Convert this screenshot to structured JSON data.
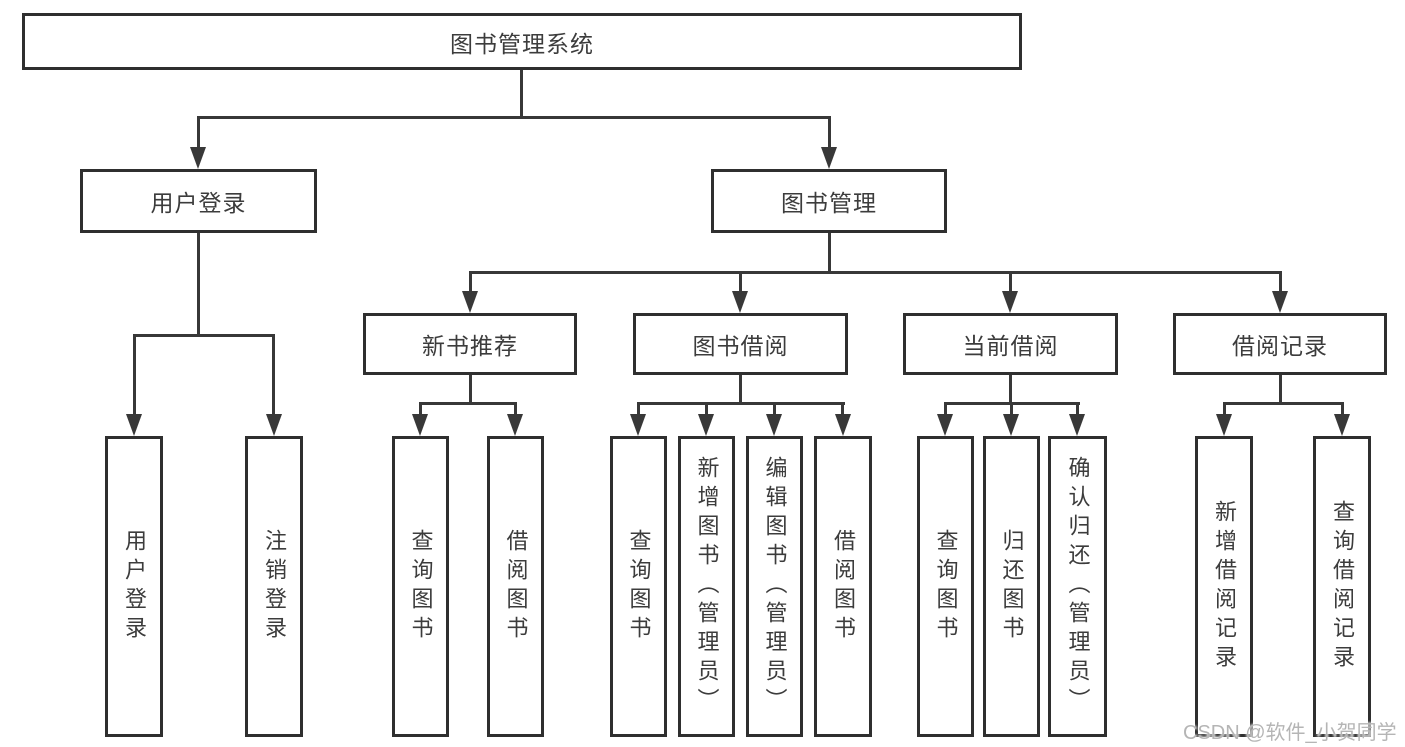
{
  "root": {
    "label": "图书管理系统"
  },
  "branches": [
    {
      "label": "用户登录",
      "children": [
        {
          "label": "用户登录"
        },
        {
          "label": "注销登录"
        }
      ]
    },
    {
      "label": "图书管理",
      "children": [
        {
          "label": "新书推荐",
          "children": [
            {
              "label": "查询图书"
            },
            {
              "label": "借阅图书"
            }
          ]
        },
        {
          "label": "图书借阅",
          "children": [
            {
              "label": "查询图书"
            },
            {
              "label": "新增图书（管理员）"
            },
            {
              "label": "编辑图书（管理员）"
            },
            {
              "label": "借阅图书"
            }
          ]
        },
        {
          "label": "当前借阅",
          "children": [
            {
              "label": "查询图书"
            },
            {
              "label": "归还图书"
            },
            {
              "label": "确认归还（管理员）"
            }
          ]
        },
        {
          "label": "借阅记录",
          "children": [
            {
              "label": "新增借阅记录"
            },
            {
              "label": "查询借阅记录"
            }
          ]
        }
      ]
    }
  ],
  "watermark": {
    "text": "CSDN @软件_小贺同学"
  },
  "colors": {
    "line": "#383838",
    "box_border": "#2f2f2f",
    "text": "#3c3c3c",
    "watermark": "#b5b5b5",
    "background": "#ffffff"
  }
}
